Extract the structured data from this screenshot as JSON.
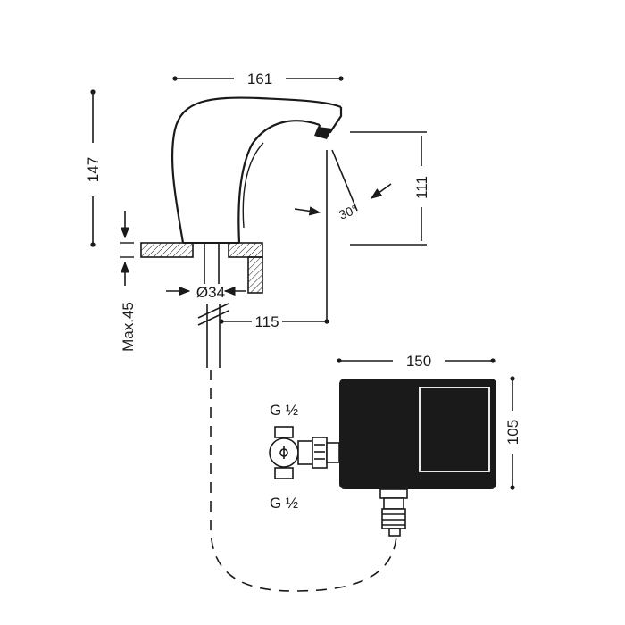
{
  "dimensions": {
    "width_top": "161",
    "height_total": "147",
    "height_spout": "111",
    "angle": "30°",
    "max_deck": "Max.45",
    "hole_diameter": "Ø34",
    "reach": "115",
    "box_width": "150",
    "box_height": "105"
  },
  "connections": {
    "inlet_top": "G ½",
    "inlet_bottom": "G ½"
  },
  "colors": {
    "line": "#1a1a1a",
    "fill_dark": "#1a1a1a",
    "hatch": "#1a1a1a",
    "background": "#ffffff"
  }
}
